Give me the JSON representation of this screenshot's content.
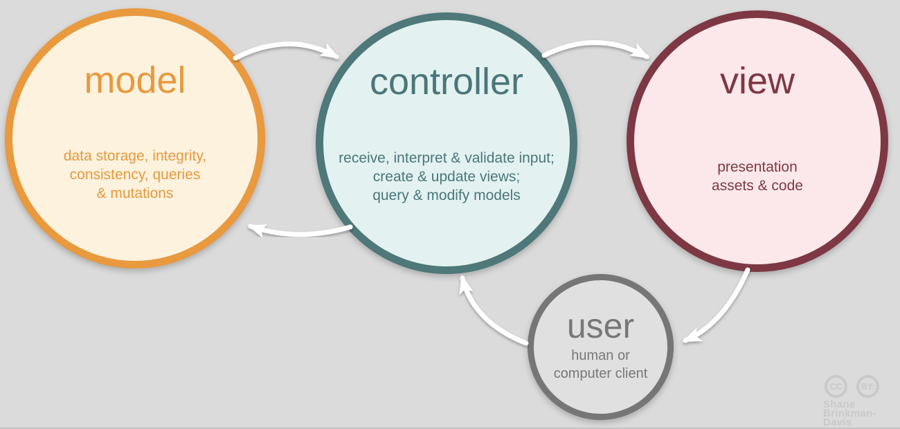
{
  "diagram": {
    "name": "model-view-controller flow diagram",
    "background_color": "#DBDBDB",
    "arrow_color": "#FFFFFF",
    "nodes": {
      "model": {
        "title": "model",
        "description": "data storage, integrity,\nconsistency, queries\n& mutations",
        "border_color": "#E9993E",
        "fill_color": "#FCF2DE",
        "text_color": "#E8993C"
      },
      "controller": {
        "title": "controller",
        "description": "receive, interpret & validate input;\ncreate & update views;\nquery & modify models",
        "border_color": "#4E787A",
        "fill_color": "#E3F2F0",
        "text_color": "#4A767A"
      },
      "view": {
        "title": "view",
        "description": "presentation\nassets & code",
        "border_color": "#7D3844",
        "fill_color": "#FCE8EA",
        "text_color": "#7D3844"
      },
      "user": {
        "title": "user",
        "description": "human or\ncomputer client",
        "border_color": "#767676",
        "fill_color": "#E0E0E0",
        "text_color": "#777777"
      }
    },
    "edges": [
      {
        "from": "model",
        "to": "controller"
      },
      {
        "from": "controller",
        "to": "view"
      },
      {
        "from": "controller",
        "to": "model"
      },
      {
        "from": "view",
        "to": "user"
      },
      {
        "from": "user",
        "to": "controller"
      }
    ],
    "attribution": {
      "license_icon_1": "CC",
      "license_icon_2": "BY:",
      "author_line1": "Shane",
      "author_line2": "Brinkman-Davis",
      "color": "#C9C9C9"
    }
  }
}
